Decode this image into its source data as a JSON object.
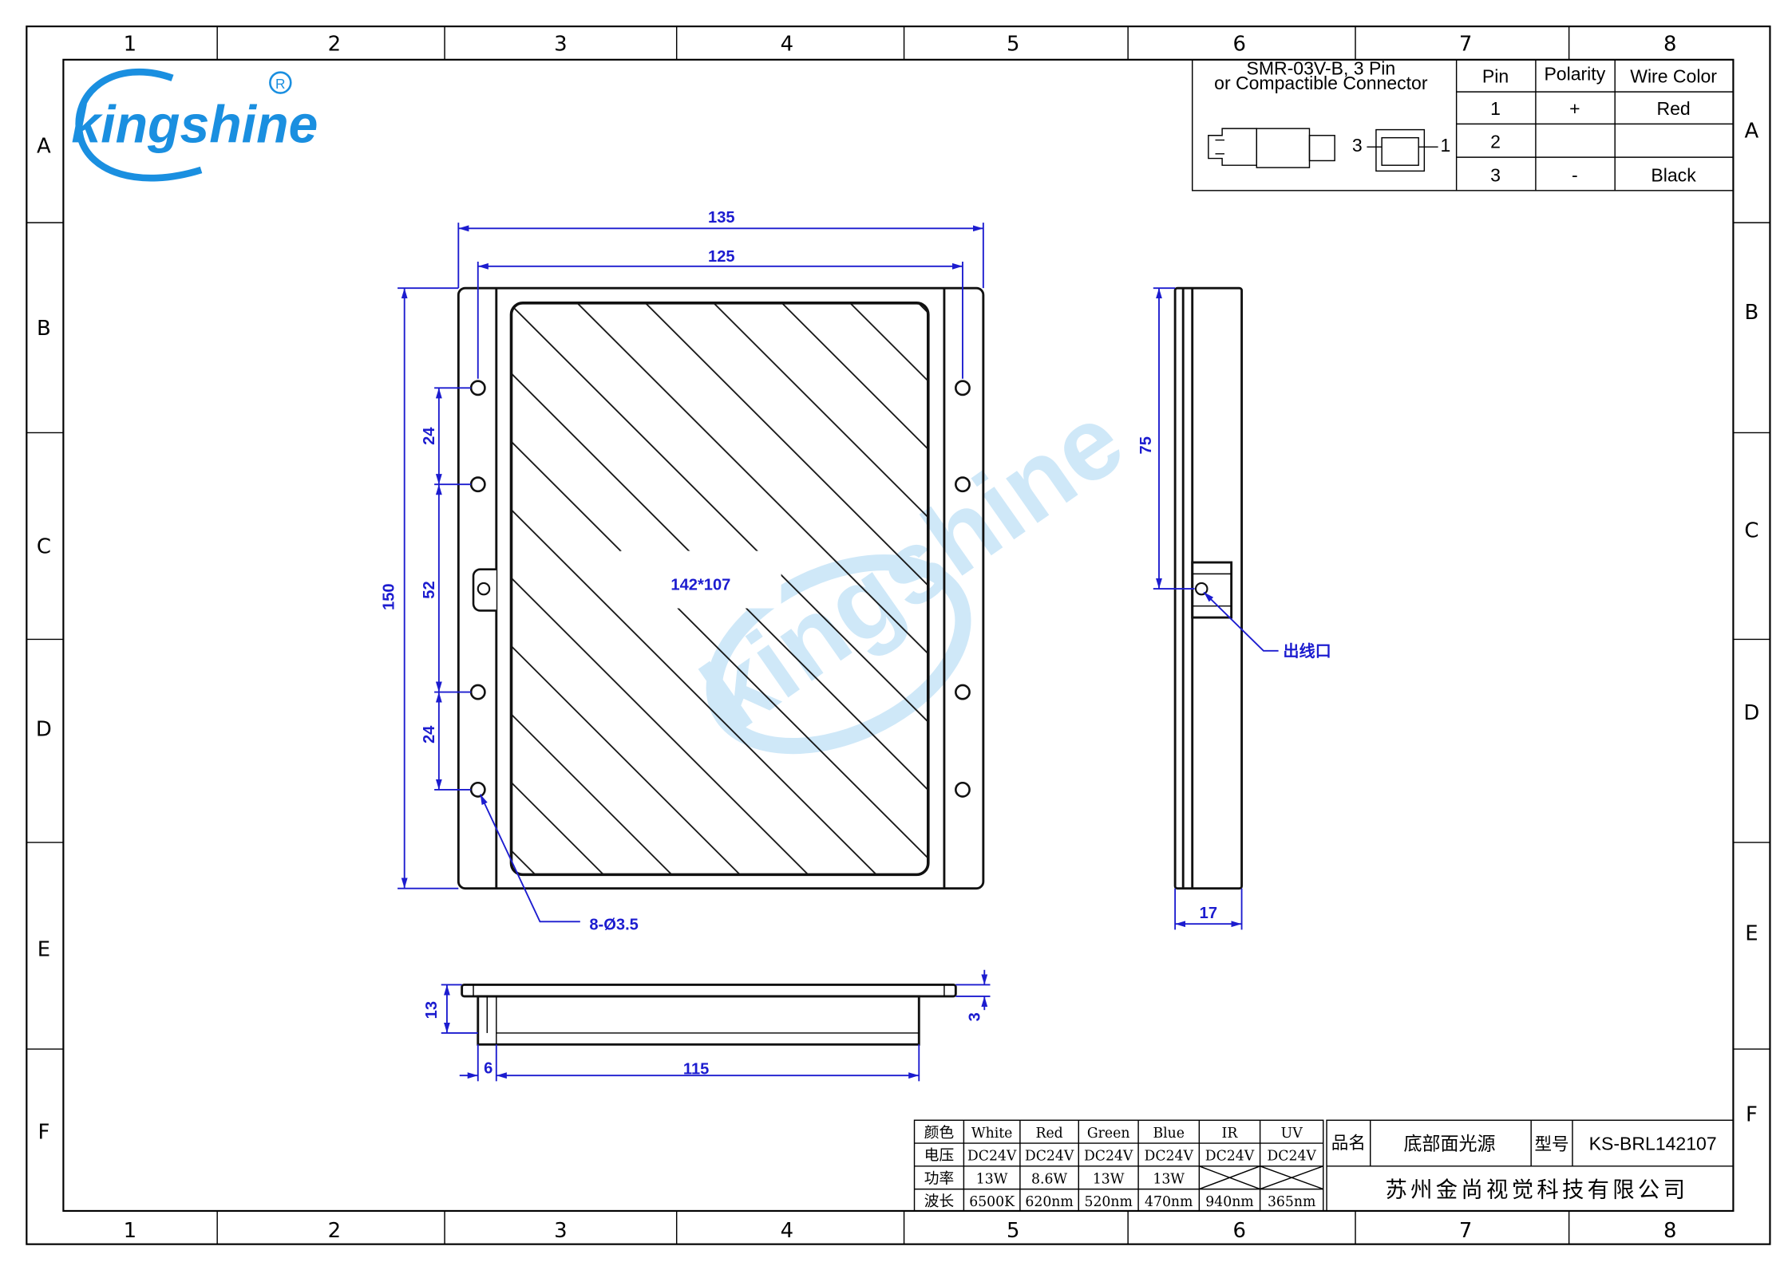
{
  "grid": {
    "columns": [
      "1",
      "2",
      "3",
      "4",
      "5",
      "6",
      "7",
      "8"
    ],
    "rows_left": [
      "A",
      "B",
      "C",
      "D",
      "E",
      "F"
    ],
    "rows_right": [
      "A",
      "B",
      "C",
      "D",
      "E",
      "F"
    ]
  },
  "logo": {
    "text": "kingshine",
    "registered": "®"
  },
  "watermark": {
    "text": "kingshine"
  },
  "connector": {
    "title_line1": "SMR-03V-B, 3 Pin",
    "title_line2": "or Compactible Connector",
    "pin_label_left": "3",
    "pin_label_right": "1",
    "headers": [
      "Pin",
      "Polarity",
      "Wire Color"
    ],
    "rows": [
      {
        "pin": "1",
        "polarity": "+",
        "wire": "Red"
      },
      {
        "pin": "2",
        "polarity": "",
        "wire": ""
      },
      {
        "pin": "3",
        "polarity": "-",
        "wire": "Black"
      }
    ]
  },
  "drawing": {
    "width_outer": "135",
    "width_inner": "125",
    "height": "150",
    "hole_spacing_top": "24",
    "hole_spacing_mid": "52",
    "hole_spacing_bottom": "24",
    "emitting_area": "142*107",
    "holes": "8-Ø3.5",
    "side_height_to_outlet": "75",
    "side_thickness": "17",
    "outlet_label": "出线口",
    "bottom_total_height": "13",
    "bottom_plate": "3",
    "bottom_offset": "6",
    "bottom_width": "115"
  },
  "spec_table": {
    "rows": [
      [
        "颜色",
        "White",
        "Red",
        "Green",
        "Blue",
        "IR",
        "UV"
      ],
      [
        "电压",
        "DC24V",
        "DC24V",
        "DC24V",
        "DC24V",
        "DC24V",
        "DC24V"
      ],
      [
        "功率",
        "13W",
        "8.6W",
        "13W",
        "13W",
        "",
        ""
      ],
      [
        "波长",
        "6500K",
        "620nm",
        "520nm",
        "470nm",
        "940nm",
        "365nm"
      ]
    ]
  },
  "title_block": {
    "name_label": "品名",
    "name_value": "底部面光源",
    "model_label": "型号",
    "model_value": "KS-BRL142107",
    "company": "苏州金尚视觉科技有限公司"
  },
  "colors": {
    "dimension": "#1c1ccf",
    "logo": "#1a8fe0",
    "watermark": "#cfe8f8"
  }
}
